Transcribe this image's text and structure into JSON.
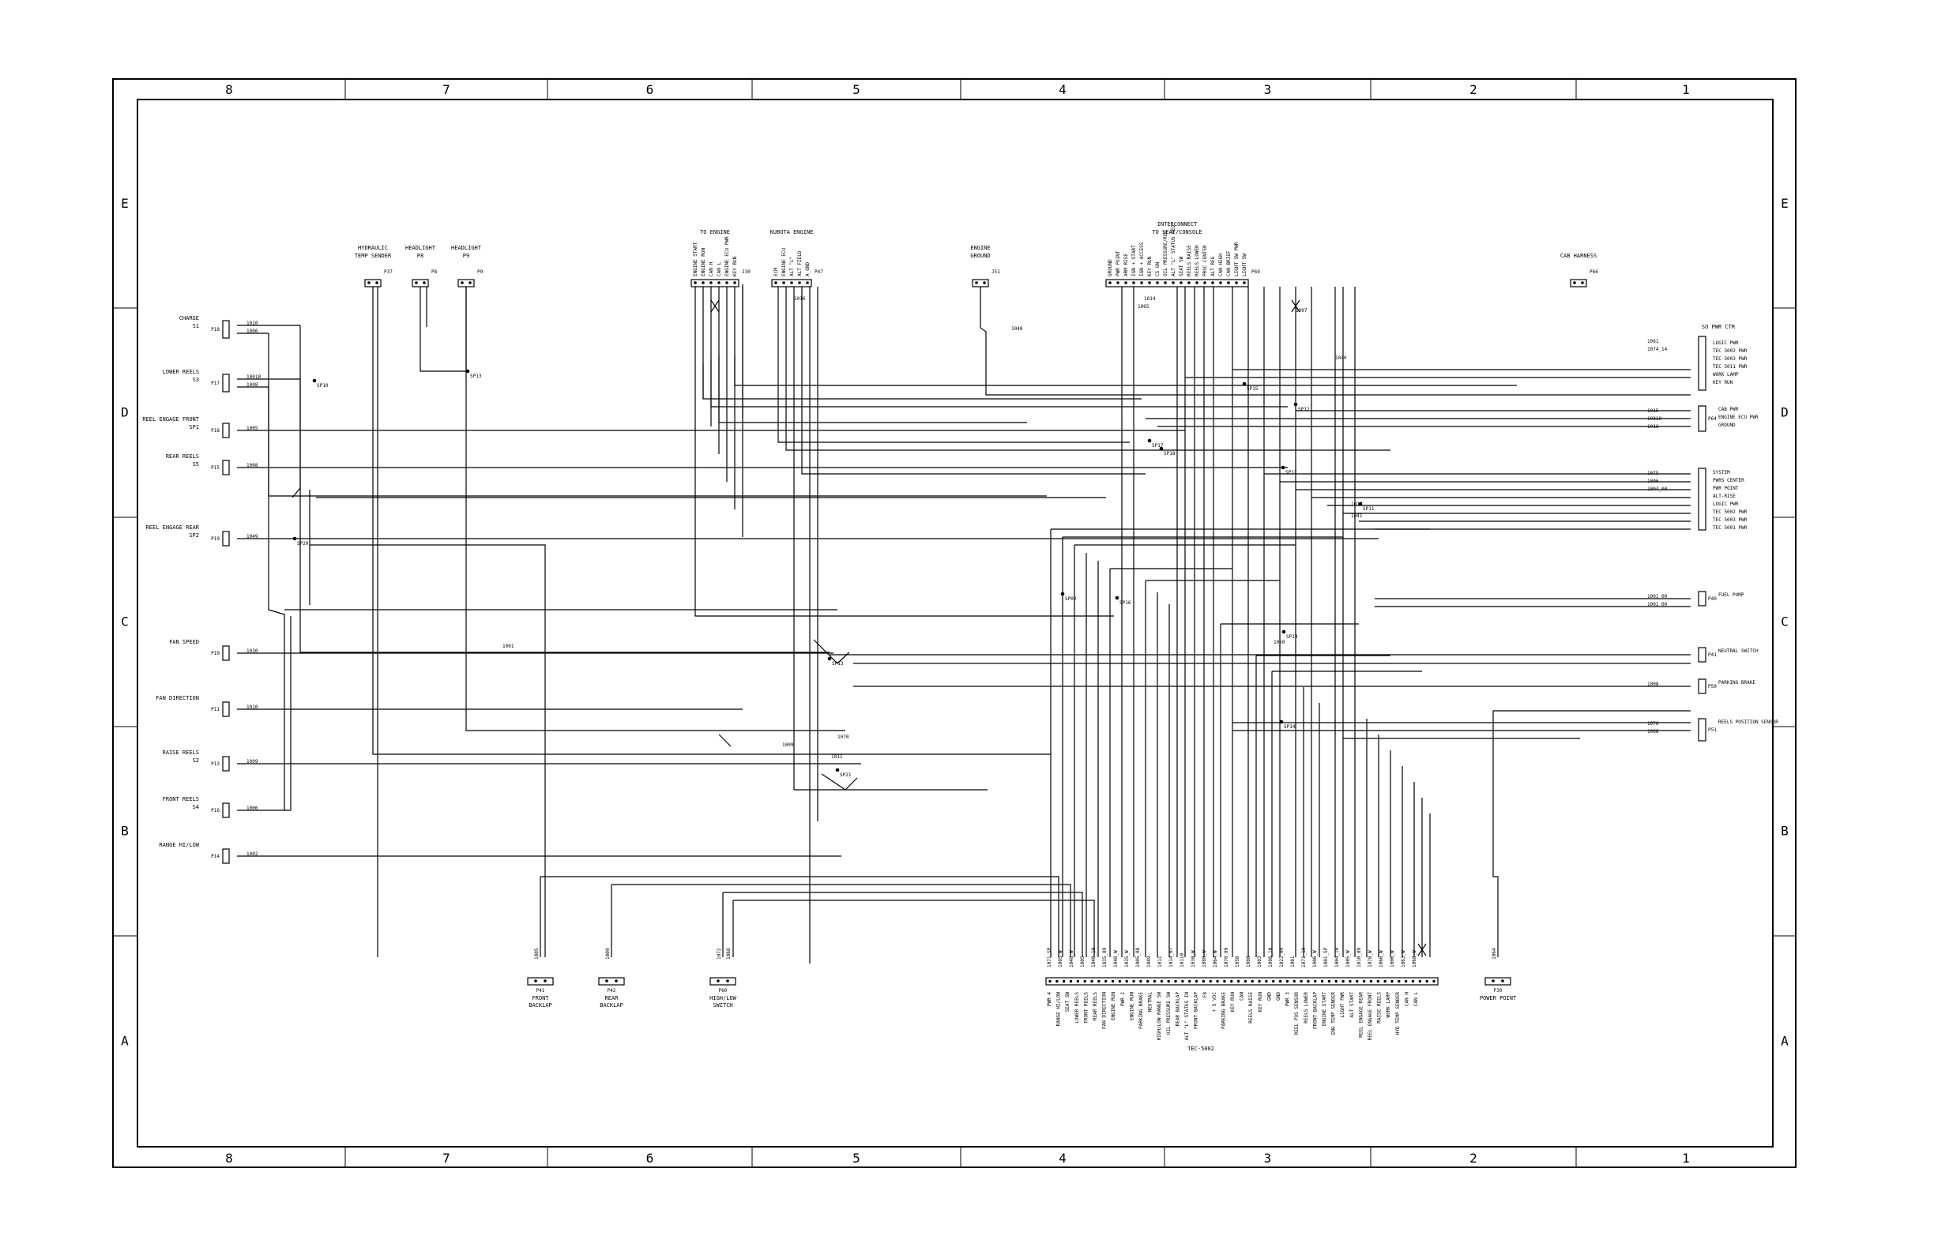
{
  "border": {
    "col_zones": [
      "8",
      "7",
      "6",
      "5",
      "4",
      "3",
      "2",
      "1"
    ],
    "row_zones": [
      "E",
      "D",
      "C",
      "B",
      "A"
    ]
  },
  "left_components": [
    {
      "id": "P18",
      "label_lines": [
        "CHARGE",
        "S1"
      ],
      "wires": [
        "1010",
        "1006"
      ]
    },
    {
      "id": "P17",
      "label_lines": [
        "LOWER REELS",
        "S3"
      ],
      "wires": [
        "10010",
        "1008"
      ]
    },
    {
      "id": "P18",
      "label_lines": [
        "REEL ENGAGE FRONT",
        "SP1"
      ],
      "wires": [
        "1005"
      ]
    },
    {
      "id": "P15",
      "label_lines": [
        "REAR REELS",
        "S5"
      ],
      "wires": [
        "1008"
      ]
    },
    {
      "id": "P19",
      "label_lines": [
        "REEL ENGAGE REAR",
        "SP2"
      ],
      "wires": [
        "1049"
      ]
    },
    {
      "id": "P10",
      "label_lines": [
        "FAN SPEED"
      ],
      "wires": [
        "1030"
      ]
    },
    {
      "id": "P11",
      "label_lines": [
        "FAN DIRECTION"
      ],
      "wires": [
        "1010"
      ]
    },
    {
      "id": "P13",
      "label_lines": [
        "RAISE REELS",
        "S2"
      ],
      "wires": [
        "1009"
      ]
    },
    {
      "id": "P16",
      "label_lines": [
        "FRONT REELS",
        "S4"
      ],
      "wires": [
        "1006"
      ]
    },
    {
      "id": "P14",
      "label_lines": [
        "RANGE HI/LOW"
      ],
      "wires": [
        "1002"
      ]
    }
  ],
  "top_connectors": [
    {
      "id": "P37",
      "label_lines": [
        "HYDRAULIC",
        "TEMP SENDER"
      ]
    },
    {
      "id": "P8",
      "label_lines": [
        "HEADLIGHT",
        "P8"
      ]
    },
    {
      "id": "P9",
      "label_lines": [
        "HEADLIGHT",
        "P9"
      ]
    },
    {
      "id": "J30",
      "label_lines": [
        "TO ENGINE"
      ],
      "pins": [
        "ENGINE START",
        "ENGINE RUN",
        "CAN H",
        "CAN L",
        "ENGINE ECU PWR",
        "KEY RUN"
      ]
    },
    {
      "id": "P47",
      "label_lines": [
        "KUBOTA ENGINE"
      ],
      "pins": [
        "ECM",
        "ENGINE ECU",
        "ALT \"L\"",
        "ALT FIELD",
        "A_GND"
      ]
    },
    {
      "id": "J51",
      "label_lines": [
        "ENGINE",
        "GROUND"
      ]
    },
    {
      "id": "P69",
      "label_lines": [
        "INTERCONNECT",
        "TO SEAT/CONSOLE"
      ],
      "pins": [
        "GROUND",
        "PWR POINT",
        "ARM RISE",
        "IGN + START",
        "IGN + ACCESS",
        "KEY RUN",
        "CS GN",
        "OIL PRESSURE/REG",
        "ALT \"L\" STATUS REQ",
        "SEAT SW",
        "REELS RAISE",
        "REELS LOWER",
        "PROC CENTER",
        "ALT REG",
        "CAN HIGH",
        "CAN BRIEF",
        "LIGHT SW PWR",
        "LIGHT SW"
      ]
    },
    {
      "id": "P66",
      "label_lines": [
        "CAB HARNESS"
      ]
    }
  ],
  "right_components": [
    {
      "label_lines": [
        "SO PWR CTR",
        "LOGIC PWR",
        "TEC 5002 PWR",
        "TEC 5003 PWR",
        "TEC 5011 PWR",
        "WORK LAMP",
        "KEY RUN"
      ],
      "wires": [
        "1061",
        "1074_14"
      ]
    },
    {
      "id": "P64",
      "label_lines": [
        "CAB PWR",
        "ENGINE ECU PWR",
        "GROUND"
      ],
      "wires": [
        "1015",
        "10310",
        "1016"
      ]
    },
    {
      "label_lines": [
        "SYSTEM",
        "PWRS CENTER",
        "PWR POINT",
        "ALT-RISE",
        "LOGIC PWR",
        "TEC 5002 PWR",
        "TEC 5003 PWR",
        "TEC 5001 PWR"
      ],
      "wires": [
        "1075",
        "1006",
        "1004_00"
      ]
    },
    {
      "id": "P40",
      "label_lines": [
        "FUEL PUMP"
      ],
      "wires": [
        "1001_00",
        "1001_00"
      ]
    },
    {
      "id": "P41",
      "label_lines": [
        "NEUTRAL SWITCH"
      ],
      "wires": []
    },
    {
      "id": "P50",
      "label_lines": [
        "PARKING BRAKE"
      ],
      "wires": [
        "1008"
      ]
    },
    {
      "id": "P51",
      "label_lines": [
        "REELS POSITION SENSOR"
      ],
      "wires": [
        "1076",
        "1068"
      ]
    }
  ],
  "bottom_components": [
    {
      "id": "P41",
      "label_lines": [
        "FRONT",
        "BACKLAP"
      ],
      "wires": [
        "1005"
      ]
    },
    {
      "id": "P42",
      "label_lines": [
        "REAR",
        "BACKLAP"
      ],
      "wires": [
        "1009"
      ]
    },
    {
      "id": "P60",
      "label_lines": [
        "HIGH/LOW",
        "SWITCH"
      ],
      "wires": [
        "1072",
        "1068"
      ]
    },
    {
      "id": "P30",
      "label_lines": [
        "POWER POINT"
      ],
      "wires": [
        "1064"
      ]
    }
  ],
  "tec": {
    "title": "TEC-5002",
    "pin_labels": [
      "PWR 4",
      "RANGE HI/LOW",
      "SEAT SW",
      "LOWER REELS",
      "FRONT REELS",
      "REAR REELS",
      "FAN DIRECTION",
      "ENGINE RUN",
      "PWR 2",
      "ENGINE RUN",
      "PARKING BRAKE",
      "NEUTRAL",
      "HIGH/LOW RANGE SW",
      "OIL PRESSURE SW",
      "REAR BACKLAP",
      "ALT \"L\" STATUS IN",
      "FRONT BACKLAP",
      "F8",
      "+ 5 VOC",
      "PARKING BRAKE",
      "KEY RUN",
      "CAN",
      "REELS RAISE",
      "KEY RUN",
      "GND",
      "GND",
      "PWR 3",
      "REEL POS SENSOR",
      "REELS LOWER",
      "FRONT BACKLAP",
      "ENGINE START",
      "ENG TEMP SENDER",
      "LIGHT PWR",
      "ALT START",
      "REEL ENGAGE REAR",
      "REEL ENGAGE FRONT",
      "RAISE REELS",
      "WORK LAMP",
      "HYD TEMP SENDER",
      "CAN H",
      "CAN L"
    ],
    "wire_labels": [
      "1071_SP",
      "1005_W",
      "1048_W",
      "1005",
      "1040_10",
      "1035_09",
      "1048_W",
      "1035_W",
      "1005_08",
      "1049",
      "1011",
      "1014_07",
      "10110",
      "1030_W",
      "1080_W",
      "1064_W",
      "1070_09",
      "1050",
      "1008",
      "1003",
      "1008_10",
      "1022_04",
      "1001",
      "1071_10",
      "1006_W",
      "1001_SP",
      "1004_10",
      "1005_W",
      "1010_09",
      "1078_W",
      "1066_W",
      "1006_W",
      "1063_W",
      "1068_W"
    ]
  },
  "splices": [
    "SP10",
    "SP13",
    "SP15",
    "SP12",
    "SP17",
    "SP18",
    "SP12",
    "SP11",
    "SP16",
    "SP20",
    "SP13",
    "SP14",
    "SP21",
    "SP19",
    "SP02"
  ],
  "misc_wire_labels": [
    "1001",
    "1011",
    "1009",
    "1050",
    "1048",
    "1040",
    "1070",
    "1065",
    "1016",
    "1007",
    "1014",
    "1012",
    "1041"
  ]
}
